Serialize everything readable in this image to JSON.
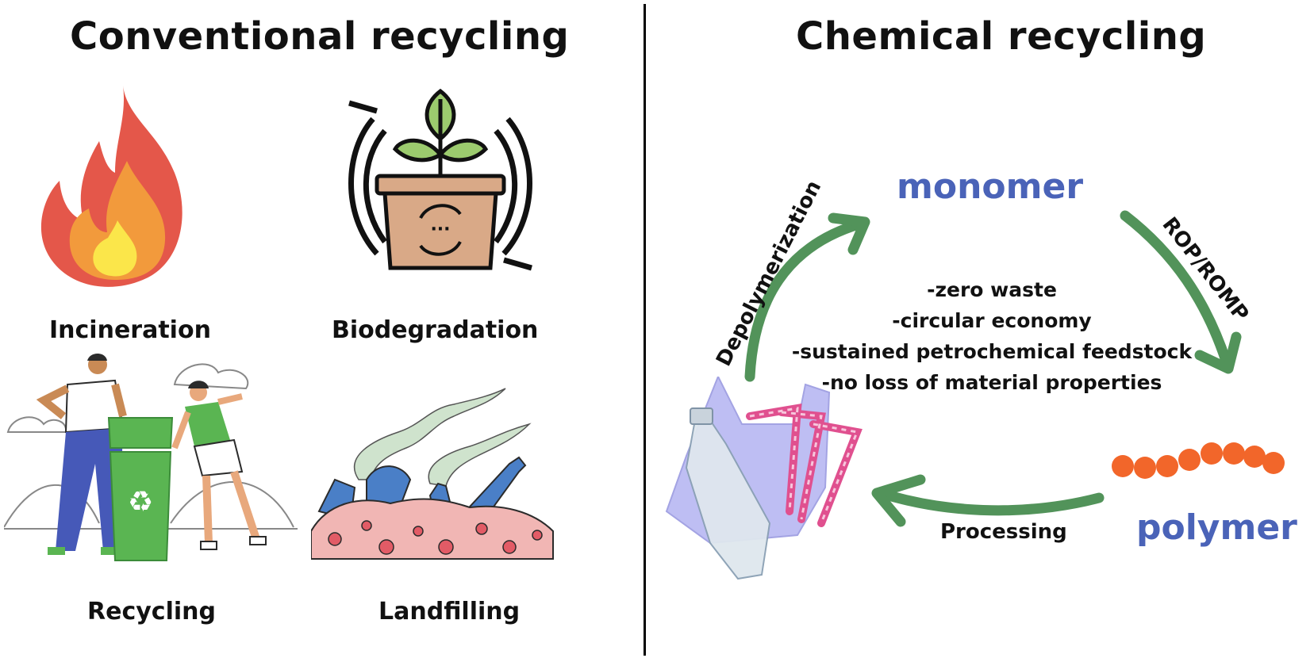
{
  "left_panel": {
    "title": "Conventional recycling",
    "methods": [
      {
        "label": "Incineration",
        "icon": "fire-icon"
      },
      {
        "label": "Biodegradation",
        "icon": "plant-pot-icon"
      },
      {
        "label": "Recycling",
        "icon": "people-recycling-bin-icon"
      },
      {
        "label": "Landfilling",
        "icon": "landfill-icon"
      }
    ]
  },
  "right_panel": {
    "title": "Chemical recycling",
    "nodes": {
      "monomer": "monomer",
      "polymer": "polymer"
    },
    "arrows": {
      "left": "Depolymerization",
      "right": "ROP/ROMP",
      "bottom": "Processing"
    },
    "benefits": [
      "-zero waste",
      "-circular economy",
      "-sustained petrochemical feedstock",
      "-no loss of material properties"
    ]
  },
  "colors": {
    "arrow_green": "#52935a",
    "label_blue": "#4a63b8",
    "fire_red": "#e4574a",
    "fire_orange": "#f29a3c",
    "fire_yellow": "#fbe64a",
    "bin_green": "#5ab552",
    "polymer_orange": "#f2662a"
  }
}
